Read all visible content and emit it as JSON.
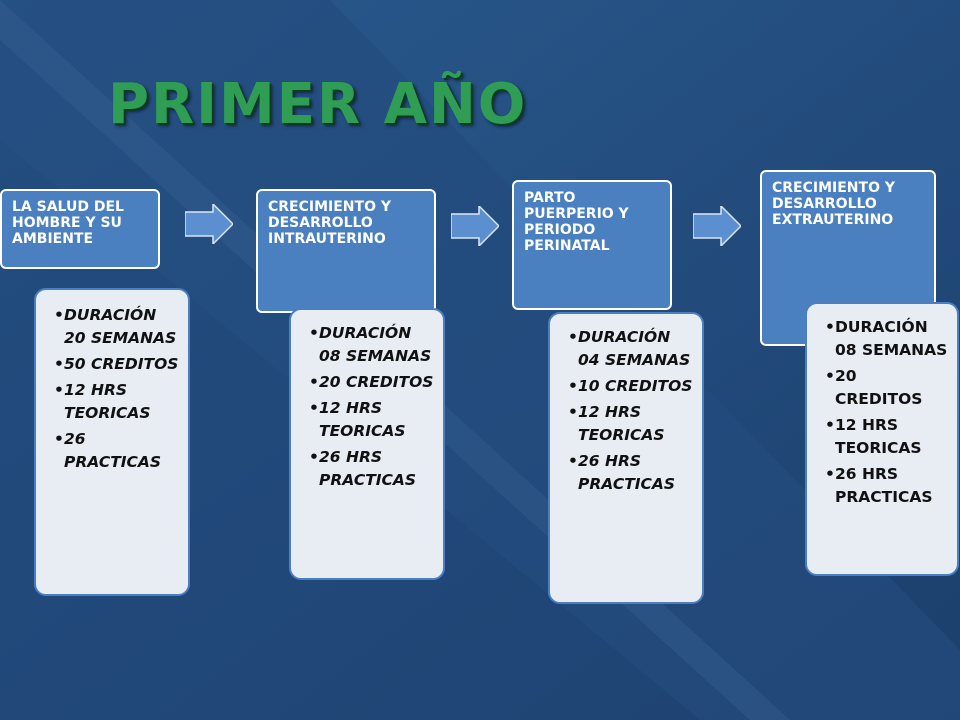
{
  "title": "PRIMER AÑO",
  "colors": {
    "background": "#1f4677",
    "header_fill": "#4a7fc0",
    "detail_fill": "#e8ecf3",
    "title_green": "#2f9e54",
    "arrow_fill": "#5b8fd0"
  },
  "stages": [
    {
      "header": "LA SALUD DEL HOMBRE Y SU AMBIENTE",
      "items": [
        "DURACIÓN 20 SEMANAS",
        " 50 CREDITOS",
        "12 HRS TEORICAS",
        "26 PRACTICAS"
      ]
    },
    {
      "header": "CRECIMIENTO Y DESARROLLO INTRAUTERINO",
      "items": [
        "DURACIÓN 08 SEMANAS",
        " 20 CREDITOS",
        "12 HRS TEORICAS",
        "26 HRS PRACTICAS"
      ]
    },
    {
      "header": "PARTO PUERPERIO Y PERIODO PERINATAL",
      "items": [
        "DURACIÓN 04 SEMANAS",
        " 10 CREDITOS",
        "12 HRS TEORICAS",
        "26 HRS PRACTICAS"
      ]
    },
    {
      "header": "CRECIMIENTO Y DESARROLLO EXTRAUTERINO",
      "items": [
        "DURACIÓN 08 SEMANAS",
        "20 CREDITOS",
        "12 HRS TEORICAS",
        "26 HRS PRACTICAS"
      ]
    }
  ]
}
